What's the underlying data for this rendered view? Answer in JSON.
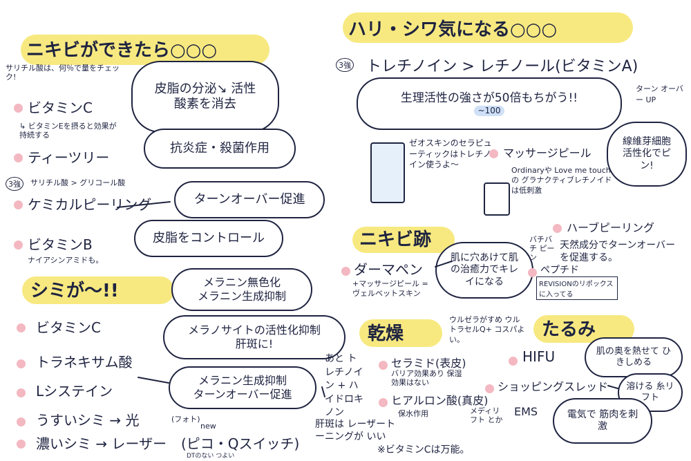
{
  "colors": {
    "ink": "#1e2340",
    "highlight": "#f6e56a",
    "bullet": "#f3b8c1",
    "accent_blue": "#cfe0f7"
  },
  "acne": {
    "title": "ニキビができたら○○○",
    "note": "サリチル酸は、何％で量をチェック!",
    "items": [
      {
        "label": "ビタミンC",
        "sub": "↳ ビタミンEを摂ると効果が持続する",
        "bubble": "皮脂の分泌↘ 活性酸素を消去"
      },
      {
        "label": "ティーツリー",
        "bubble": "抗炎症・殺菌作用"
      },
      {
        "label": "ケミカルピーリング",
        "tag": "3強",
        "pre": "サリチル酸 > グリコール酸",
        "bubble": "ターンオーバー促進"
      },
      {
        "label": "ビタミンB",
        "sub": "ナイアシンアミドも。",
        "bubble": "皮脂をコントロール"
      }
    ]
  },
  "spots": {
    "title": "シミが〜!!",
    "items": [
      {
        "label": "ビタミンC"
      },
      {
        "label": "トラネキサム酸"
      },
      {
        "label": "Lシステイン"
      },
      {
        "label": "うすいシミ → 光",
        "note": "(フォト)"
      },
      {
        "label": "濃いシミ → レーザー",
        "note": "(ピコ・Qスイッチ)"
      }
    ],
    "bubbles": [
      "メラニン無色化",
      "メラニン生成抑制",
      "メラノサイトの活性化抑制",
      "肝斑に!",
      "メラニン生成抑制",
      "ターンオーバー促進"
    ],
    "side_note": "あと トレチノイン + ハイドロキノン",
    "pico_new": "new",
    "pico_dt": "DTのない つよい",
    "laser_note": "肝斑は レーザートーニングが いい",
    "footer": "※ビタミンCは万能。"
  },
  "wrinkles": {
    "title": "ハリ・シワ気になる○○○",
    "tag": "3強",
    "compare": "トレチノイン > レチノール(ビタミンA)",
    "bubble": "生理活性の強さが50倍もちがう!!",
    "bubble_sub": "~100",
    "turnover": "ターン オーバー UP",
    "zo": "ゼオスキンのセラピューティックはトレチノイン使うよ〜",
    "massage": "マッサージピール",
    "fiber": "線維芽細胞 活性化でピン!",
    "ordinary": "Ordinaryや Love me touchの グラナクティブレチノイドは低刺激"
  },
  "scars": {
    "title": "ニキビ跡",
    "items": [
      {
        "label": "ダーマペン",
        "sub": "+マッサージピール = ヴェルベットスキン"
      }
    ],
    "bubble": "肌に穴あけて肌の治癒力でキレイになる",
    "herb": "ハーブピーリング",
    "herb_side": "バチバチ ピーン",
    "herb_note": "天然成分でターンオーバーを促進する。",
    "pepti": "ペプチド",
    "pepti_note": "REVISIONのリポックスに入ってる"
  },
  "dry": {
    "title": "乾燥",
    "items": [
      {
        "label": "セラミド(表皮)",
        "sub": "バリア効果あり 保湿効果はない"
      },
      {
        "label": "ヒアルロン酸(真皮)",
        "sub": "保水作用"
      }
    ],
    "ultra": "ウルゼラがすめ ウルトラセルQ+ コスパよい。"
  },
  "sag": {
    "title": "たるみ",
    "items": [
      {
        "label": "HIFU"
      },
      {
        "label": "ショッピングスレッド"
      },
      {
        "label": "EMS"
      }
    ],
    "hifu_bubble": "肌の奥を熱せて ひきしめる",
    "thread_bubble": "溶ける 糸リフト",
    "ems_bubble": "電気で 筋肉を刺激",
    "lift_note": "メディリフト とか"
  }
}
